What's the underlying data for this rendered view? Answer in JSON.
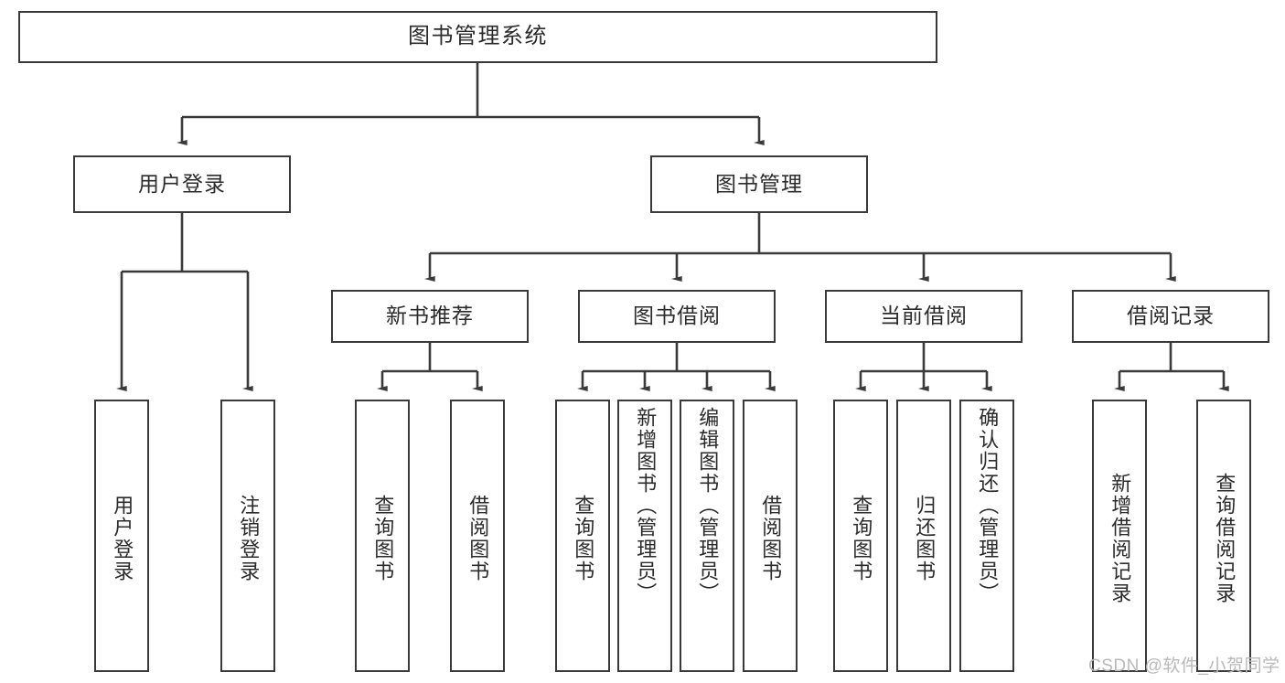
{
  "diagram": {
    "title": "图书管理系统",
    "type": "tree-hierarchy-chart",
    "watermark": "CSDN @软件_小贺同学",
    "colors": {
      "stroke": "#3a3a3a",
      "fill": "#ffffff",
      "text": "#2b2b2b",
      "watermark": "#b9b9b9"
    },
    "nodes": {
      "root": {
        "label": "图书管理系统",
        "level": 1
      },
      "user_login": {
        "label": "用户登录",
        "level": 2
      },
      "book_manage": {
        "label": "图书管理",
        "level": 2
      },
      "new_book_rec": {
        "label": "新书推荐",
        "level": 3
      },
      "book_borrow": {
        "label": "图书借阅",
        "level": 3
      },
      "current_borrow": {
        "label": "当前借阅",
        "level": 3
      },
      "borrow_record": {
        "label": "借阅记录",
        "level": 3
      },
      "leaf_user_login": {
        "label": "用户登录",
        "level": 3
      },
      "leaf_user_logout": {
        "label": "注销登录",
        "level": 3
      },
      "leaf_query_book_1": {
        "label": "查询图书",
        "level": 4
      },
      "leaf_borrow_book_1": {
        "label": "借阅图书",
        "level": 4
      },
      "leaf_query_book_2": {
        "label": "查询图书",
        "level": 4
      },
      "leaf_add_book": {
        "label": "新增图书（管理员）",
        "level": 4
      },
      "leaf_edit_book": {
        "label": "编辑图书（管理员）",
        "level": 4
      },
      "leaf_borrow_book_2": {
        "label": "借阅图书",
        "level": 4
      },
      "leaf_query_book_3": {
        "label": "查询图书",
        "level": 4
      },
      "leaf_return_book": {
        "label": "归还图书",
        "level": 4
      },
      "leaf_confirm_return": {
        "label": "确认归还（管理员）",
        "level": 4
      },
      "leaf_add_record": {
        "label": "新增借阅记录",
        "level": 4
      },
      "leaf_query_record": {
        "label": "查询借阅记录",
        "level": 4
      }
    }
  }
}
